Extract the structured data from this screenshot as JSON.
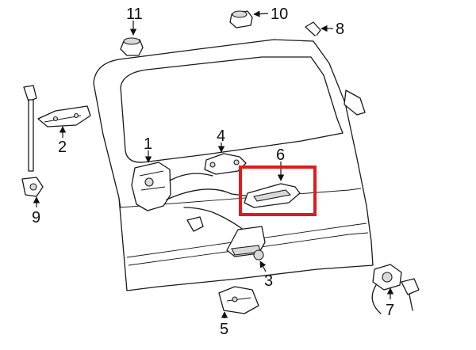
{
  "highlight": {
    "part": "6",
    "color": "#e01b1b"
  },
  "callouts": [
    {
      "id": "1",
      "label": "1"
    },
    {
      "id": "2",
      "label": "2"
    },
    {
      "id": "3",
      "label": "3"
    },
    {
      "id": "4",
      "label": "4"
    },
    {
      "id": "5",
      "label": "5"
    },
    {
      "id": "6",
      "label": "6"
    },
    {
      "id": "7",
      "label": "7"
    },
    {
      "id": "8",
      "label": "8"
    },
    {
      "id": "9",
      "label": "9"
    },
    {
      "id": "10",
      "label": "10"
    },
    {
      "id": "11",
      "label": "11"
    }
  ]
}
